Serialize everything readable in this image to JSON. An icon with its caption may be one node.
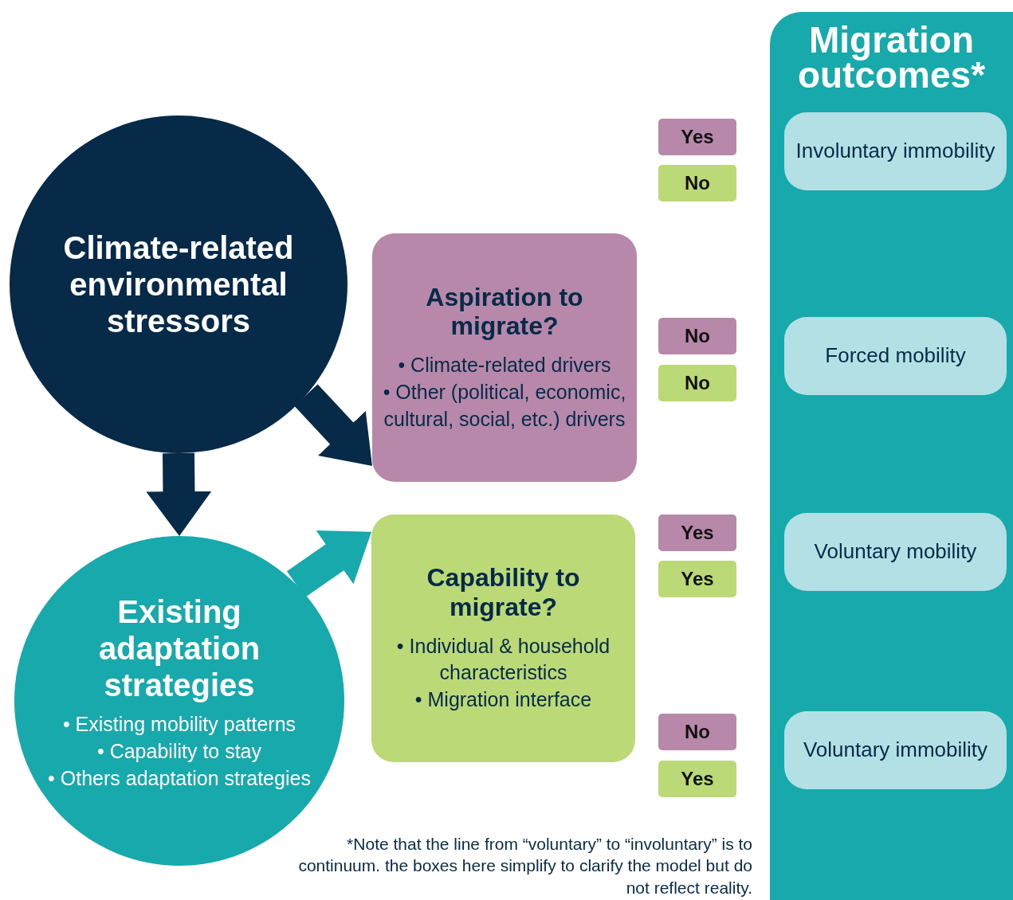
{
  "diagram": {
    "nodes": [
      {
        "text": [
          "Climate-related environmental stressors"
        ]
      },
      {
        "text": [
          "Existing adaptation strategies",
          "• Existing mobility patterns",
          "• Capability to stay",
          "• Others adaptation strategies"
        ]
      },
      {
        "text": [
          "Aspiration to migrate?",
          "• Climate-related drivers",
          "• Other (political, economic, cultural, social, etc.) drivers"
        ]
      },
      {
        "text": [
          "Capability to migrate?",
          "• Individual & household characteristics",
          "• Migration interface"
        ]
      },
      {
        "text": [
          "Yes"
        ]
      },
      {
        "text": [
          "No"
        ]
      },
      {
        "text": [
          "No"
        ]
      },
      {
        "text": [
          "No"
        ]
      },
      {
        "text": [
          "Yes"
        ]
      },
      {
        "text": [
          "Yes"
        ]
      },
      {
        "text": [
          "No"
        ]
      },
      {
        "text": [
          "Yes"
        ]
      },
      {
        "text": [
          "Migration outcomes*"
        ]
      },
      {
        "text": [
          "Involuntary immobility"
        ],
        "in": 12
      },
      {
        "text": [
          "Forced mobility"
        ],
        "in": 12
      },
      {
        "text": [
          "Voluntary mobility"
        ],
        "in": 12
      },
      {
        "text": [
          "Voluntary immobility"
        ],
        "in": 12
      }
    ],
    "edges": [
      {
        "from": 0,
        "to": 1,
        "arrow": "to"
      },
      {
        "from": 0,
        "to": 2,
        "arrow": "to"
      },
      {
        "from": 1,
        "to": 3,
        "arrow": "to",
        "color": "#17a9ab"
      }
    ],
    "labels": [
      "*Note that the line from “voluntary” to “involuntary” is to continuum. the boxes here simplify to clarify the model but do not reflect reality."
    ]
  }
}
